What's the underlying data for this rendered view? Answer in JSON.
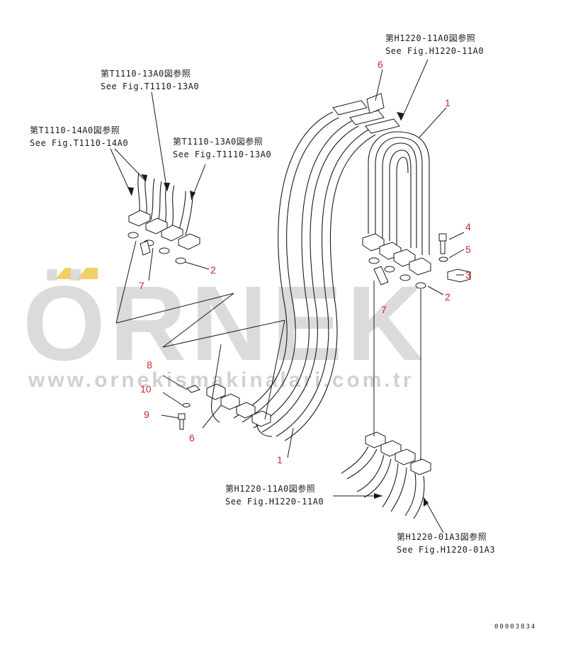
{
  "watermark": {
    "brand": "ÖRNEK",
    "url": "www.ornekismakinalari.com.tr",
    "accent_color": "#f2cf66"
  },
  "references": {
    "h1220_11a0_top": {
      "jp": "第H1220-11A0図参照",
      "en": "See Fig.H1220-11A0"
    },
    "t1110_13a0_top": {
      "jp": "第T1110-13A0図参照",
      "en": "See Fig.T1110-13A0"
    },
    "t1110_14a0": {
      "jp": "第T1110-14A0図参照",
      "en": "See Fig.T1110-14A0"
    },
    "t1110_13a0_right": {
      "jp": "第T1110-13A0図参照",
      "en": "See Fig.T1110-13A0"
    },
    "h1220_11a0_bottom": {
      "jp": "第H1220-11A0図参照",
      "en": "See Fig.H1220-11A0"
    },
    "h1220_01a3": {
      "jp": "第H1220-01A3図参照",
      "en": "See Fig.H1220-01A3"
    }
  },
  "callouts": {
    "n6_top": "6",
    "n1_top": "1",
    "n4": "4",
    "n5": "5",
    "n3": "3",
    "n2_right": "2",
    "n7_right": "7",
    "n2_left": "2",
    "n7_left": "7",
    "n8": "8",
    "n10": "10",
    "n9": "9",
    "n6_bottom": "6",
    "n1_bottom": "1"
  },
  "drawing_code": "00003834"
}
